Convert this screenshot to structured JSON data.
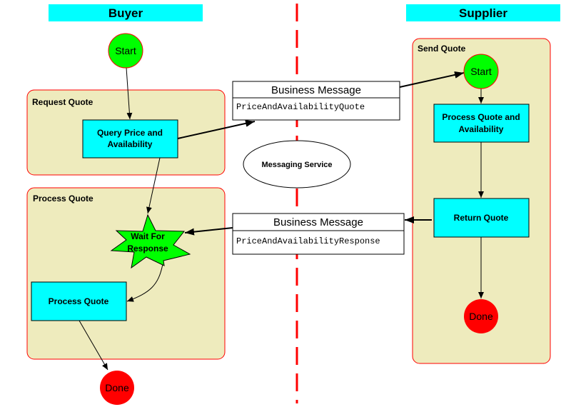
{
  "colors": {
    "lane_header": "#00ffff",
    "group_fill": "#eeebbd",
    "group_border": "#ff0000",
    "activity_fill": "#00ffff",
    "start_fill": "#00ff00",
    "done_fill": "#ff0000",
    "wait_fill": "#00ff00",
    "divider": "#ff0000"
  },
  "lanes": {
    "buyer": {
      "title": "Buyer"
    },
    "supplier": {
      "title": "Supplier"
    }
  },
  "buyer": {
    "start": "Start",
    "request_group": {
      "title": "Request Quote",
      "activity": [
        "Query Price and",
        "Availability"
      ]
    },
    "process_group": {
      "title": "Process Quote",
      "wait": [
        "Wait For",
        "Response"
      ],
      "activity": "Process Quote"
    },
    "done": "Done"
  },
  "supplier": {
    "send_group": {
      "title": "Send Quote",
      "start": "Start",
      "activity1": [
        "Process Quote and",
        "Availability"
      ],
      "activity2": "Return Quote",
      "done": "Done"
    }
  },
  "messages": [
    {
      "title": "Business Message",
      "body": "PriceAndAvailabilityQuote"
    },
    {
      "title": "Business Message",
      "body": "PriceAndAvailabilityResponse"
    }
  ],
  "messaging_service": "Messaging Service"
}
